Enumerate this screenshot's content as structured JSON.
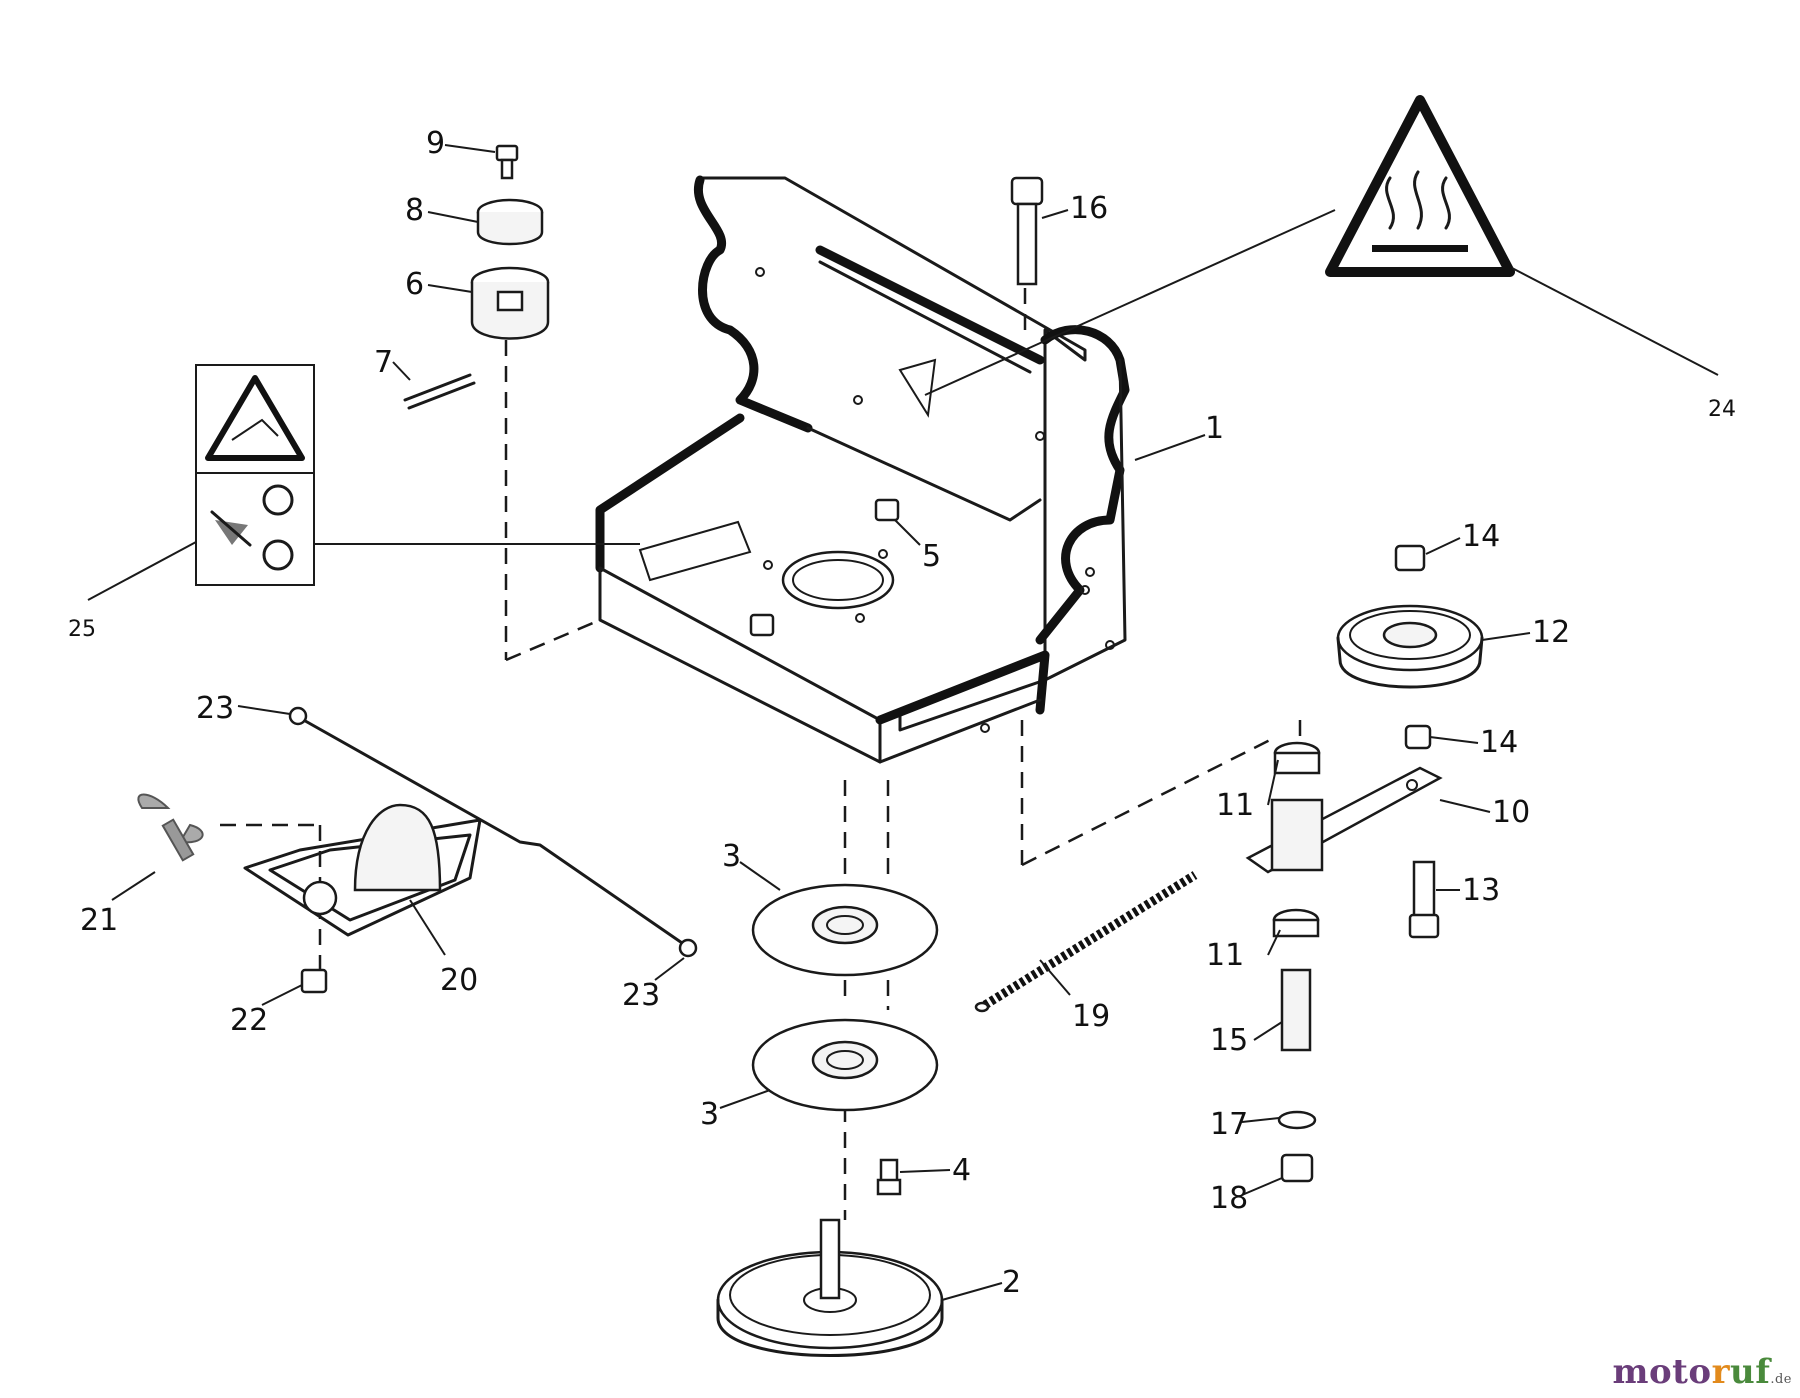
{
  "diagram": {
    "labels": {
      "p1": "1",
      "p2": "2",
      "p3a": "3",
      "p3b": "3",
      "p4": "4",
      "p5": "5",
      "p6": "6",
      "p7": "7",
      "p8": "8",
      "p9": "9",
      "p10": "10",
      "p11a": "11",
      "p11b": "11",
      "p12": "12",
      "p13": "13",
      "p14a": "14",
      "p14b": "14",
      "p15": "15",
      "p16": "16",
      "p17": "17",
      "p18": "18",
      "p19": "19",
      "p20": "20",
      "p21": "21",
      "p22": "22",
      "p23a": "23",
      "p23b": "23",
      "p24": "24",
      "p25": "25"
    },
    "icons": [
      "hot-surface-warning-icon",
      "hand-crush-warning-icon",
      "rotation-warning-icon",
      "bolt-icon",
      "nut-icon",
      "pulley-icon",
      "wing-nut-icon",
      "spring-icon"
    ]
  },
  "brand": {
    "part1": "moto",
    "part2": "r",
    "part3": "uf",
    "tld": ".de"
  }
}
